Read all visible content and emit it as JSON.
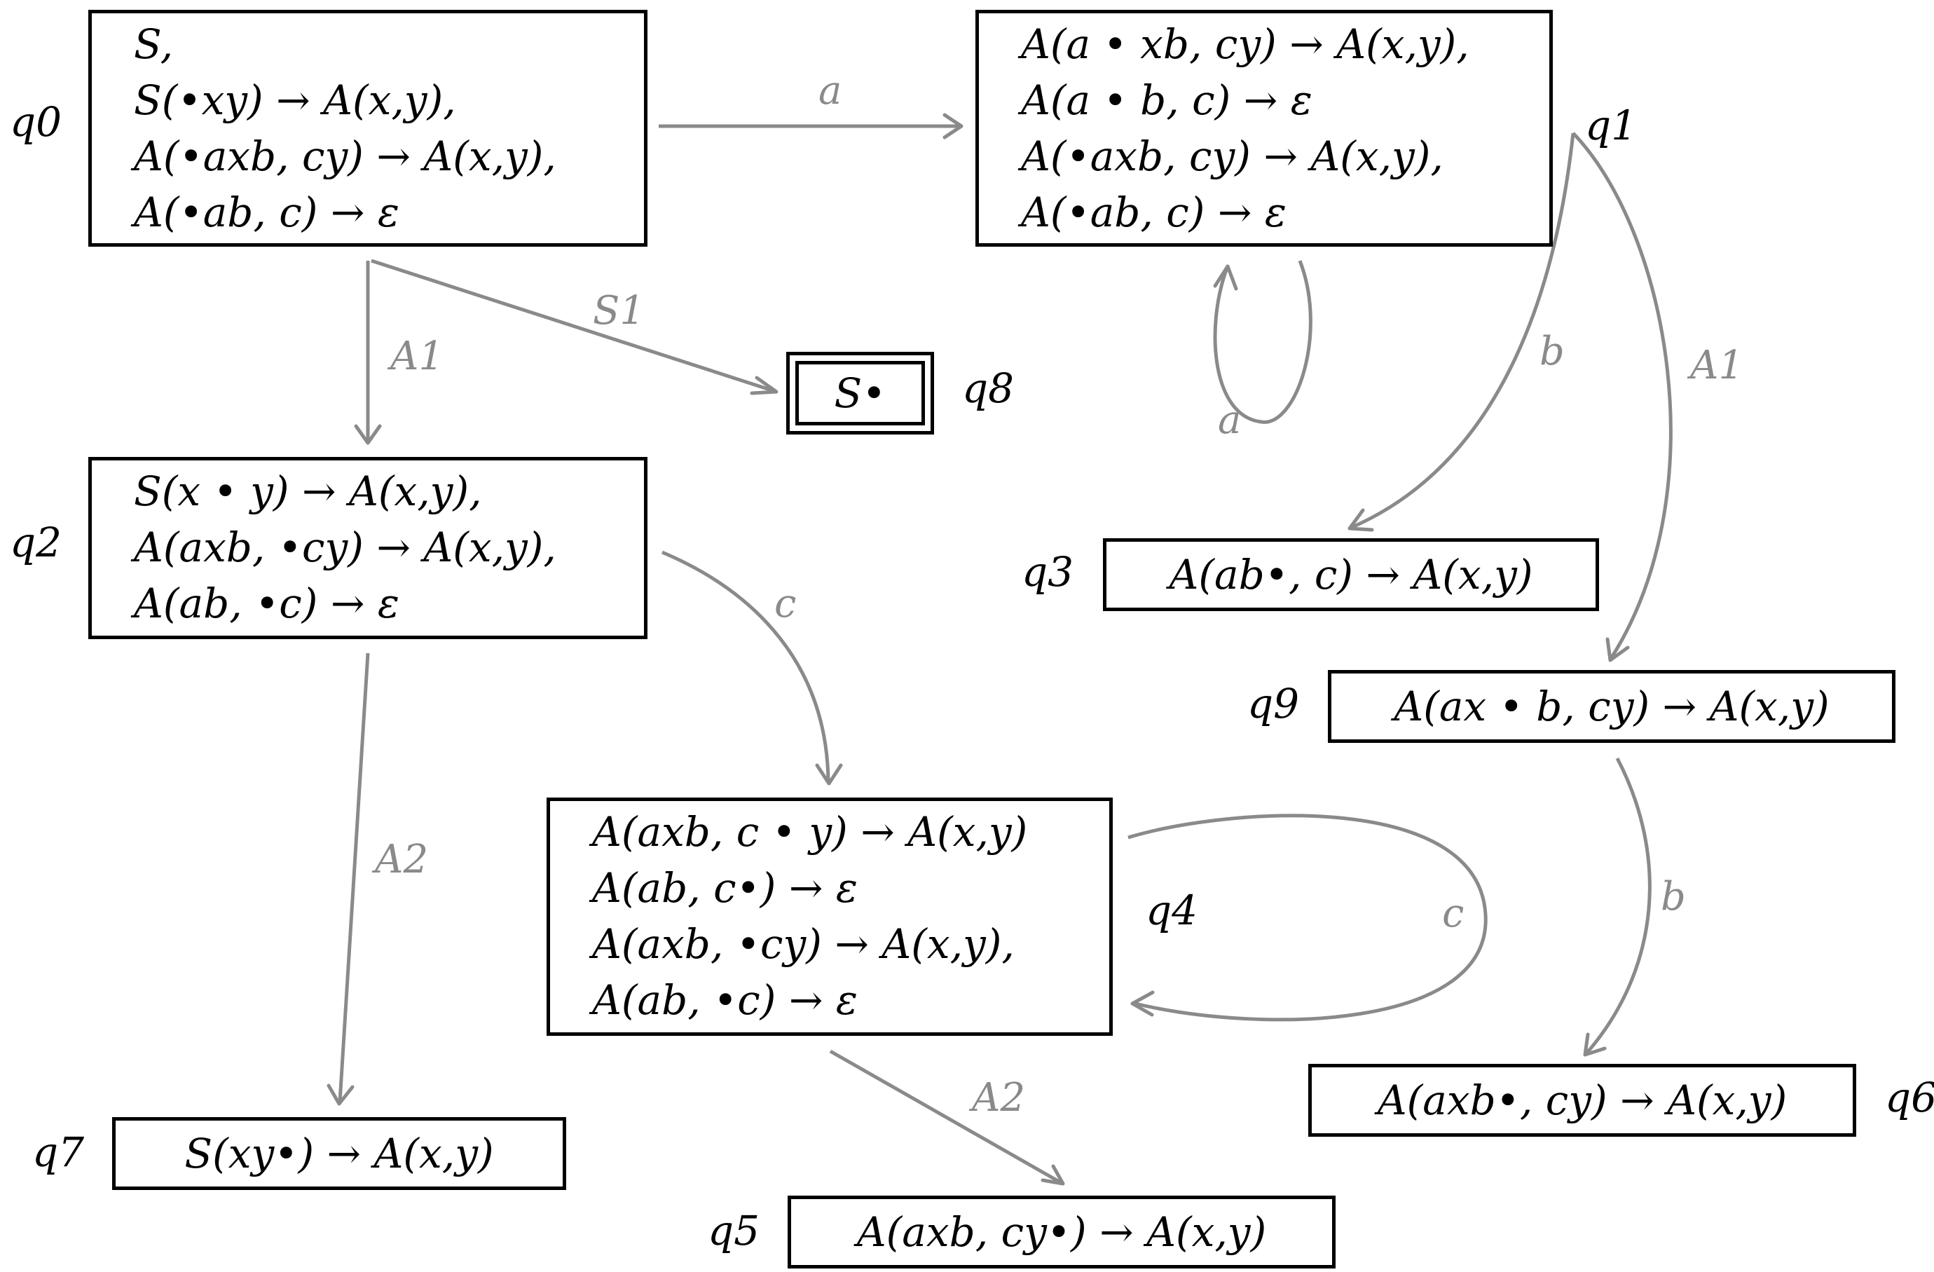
{
  "states": {
    "q0": {
      "label": "q0",
      "items": [
        "S,",
        "S(•xy) → A(x,y),",
        "A(•axb, cy) → A(x,y),",
        "A(•ab, c) → ε"
      ]
    },
    "q1": {
      "label": "q1",
      "items": [
        "A(a • xb, cy) → A(x,y),",
        "A(a • b, c) → ε",
        "A(•axb, cy) → A(x,y),",
        "A(•ab, c) → ε"
      ]
    },
    "q2": {
      "label": "q2",
      "items": [
        "S(x • y) → A(x,y),",
        "A(axb, •cy) → A(x,y),",
        "A(ab, •c) → ε"
      ]
    },
    "q3": {
      "label": "q3",
      "items": [
        "A(ab•, c) → A(x,y)"
      ]
    },
    "q4": {
      "label": "q4",
      "items": [
        "A(axb, c • y) → A(x,y)",
        "A(ab, c•) → ε",
        "A(axb, •cy) → A(x,y),",
        "A(ab, •c) → ε"
      ]
    },
    "q5": {
      "label": "q5",
      "items": [
        "A(axb, cy•) → A(x,y)"
      ]
    },
    "q6": {
      "label": "q6",
      "items": [
        "A(axb•, cy) → A(x,y)"
      ]
    },
    "q7": {
      "label": "q7",
      "items": [
        "S(xy•) → A(x,y)"
      ]
    },
    "q8": {
      "label": "q8",
      "items": [
        "S•"
      ]
    },
    "q9": {
      "label": "q9",
      "items": [
        "A(ax • b, cy) → A(x,y)"
      ]
    }
  },
  "transitions": [
    {
      "from": "q0",
      "to": "q1",
      "label": "a"
    },
    {
      "from": "q1",
      "to": "q1",
      "label": "a"
    },
    {
      "from": "q0",
      "to": "q8",
      "label": "S1"
    },
    {
      "from": "q0",
      "to": "q2",
      "label": "A1"
    },
    {
      "from": "q1",
      "to": "q3",
      "label": "b"
    },
    {
      "from": "q1",
      "to": "q9",
      "label": "A1"
    },
    {
      "from": "q2",
      "to": "q4",
      "label": "c"
    },
    {
      "from": "q2",
      "to": "q7",
      "label": "A2"
    },
    {
      "from": "q4",
      "to": "q4",
      "label": "c"
    },
    {
      "from": "q4",
      "to": "q5",
      "label": "A2"
    },
    {
      "from": "q9",
      "to": "q6",
      "label": "b"
    }
  ],
  "colors": {
    "edge": "#8a8a8a",
    "border": "#000000"
  }
}
